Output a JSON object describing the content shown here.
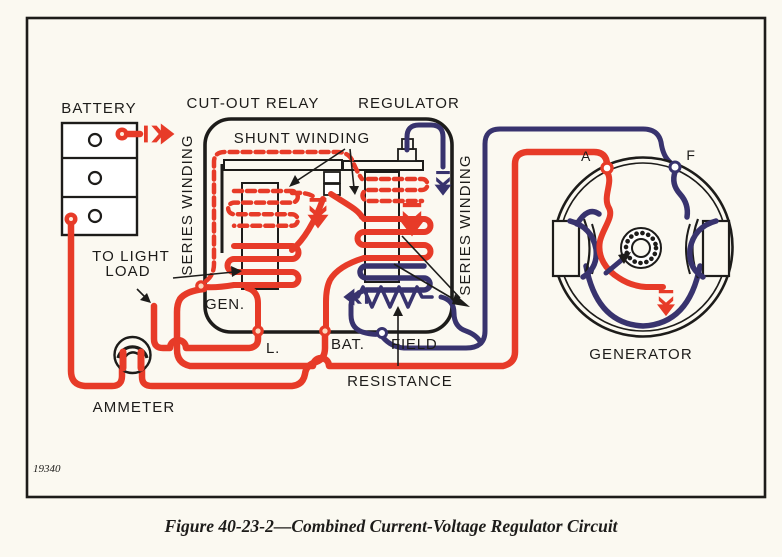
{
  "colors": {
    "red": "#e73b28",
    "blue": "#38336e",
    "black": "#1d1c1a",
    "paper": "#fbf9f1"
  },
  "labels": {
    "battery": "BATTERY",
    "cut_out_relay": "CUT-OUT RELAY",
    "regulator": "REGULATOR",
    "shunt_winding": "SHUNT WINDING",
    "series_winding_left": "SERIES WINDING",
    "series_winding_right": "SERIES WINDING",
    "gen_terminal": "GEN.",
    "l_terminal": "L.",
    "bat_terminal": "BAT.",
    "field_terminal": "FIELD",
    "resistance": "RESISTANCE",
    "to_light_load_line1": "TO LIGHT",
    "to_light_load_line2": "LOAD",
    "ammeter": "AMMETER",
    "generator": "GENERATOR",
    "terminal_a": "A",
    "terminal_f": "F"
  },
  "figure": {
    "photo_number": "19340",
    "caption": "Figure 40-23-2—Combined Current-Voltage Regulator Circuit"
  }
}
